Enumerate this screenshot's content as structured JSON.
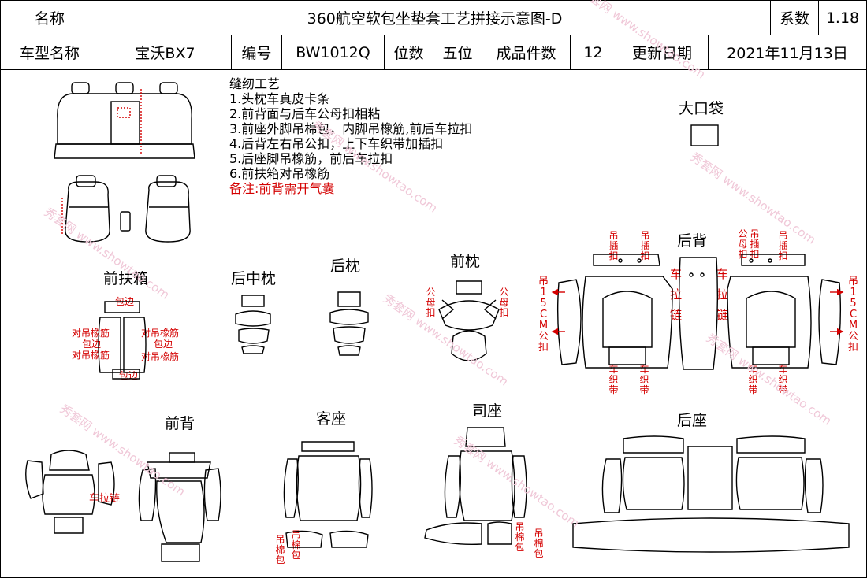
{
  "header": {
    "name_label": "名称",
    "title": "360航空软包坐垫套工艺拼接示意图-D",
    "coef_label": "系数",
    "coef_value": "1.18",
    "model_label": "车型名称",
    "model_value": "宝沃BX7",
    "code_label": "编号",
    "code_value": "BW1012Q",
    "seats_label": "位数",
    "seats_value": "五位",
    "pieces_label": "成品件数",
    "pieces_value": "12",
    "date_label": "更新日期",
    "date_value": "2021年11月13日"
  },
  "notes": {
    "title": "缝纫工艺",
    "items": [
      "1.头枕车真皮卡条",
      "2.前背面与后车公母扣相粘",
      "3.前座外脚吊棉包，内脚吊橡筋,前后车拉扣",
      "4.后背左右吊公扣，上下车织带加插扣",
      "5.后座脚吊橡筋，前后车拉扣",
      "6.前扶箱对吊橡筋"
    ],
    "remark": "备注:前背需开气囊"
  },
  "sections": {
    "big_pocket": "大口袋",
    "front_armrest": "前扶箱",
    "rear_mid_headrest": "后中枕",
    "rear_headrest": "后枕",
    "front_headrest": "前枕",
    "rear_back": "后背",
    "front_back": "前背",
    "passenger_seat": "客座",
    "driver_seat": "司座",
    "rear_seat": "后座"
  },
  "annotations": {
    "bao_bian": "包边",
    "dui_diao_xiang_jin": "对吊橡筋",
    "gong_mu_kou": "公母扣",
    "diao_cha_kou": "吊插扣",
    "gong_mu_kou_2": "公母扣",
    "che_la_lian": "车拉链",
    "che_zhi_dai": "车织带",
    "diao_15cm": "吊15CM公扣",
    "diao_mian_bao": "吊棉包",
    "front_back_zip": "车拉链"
  },
  "watermark": "秀套网 www.showtao.com",
  "colors": {
    "annotation": "#d40000",
    "watermark": "#f0c8d8"
  }
}
